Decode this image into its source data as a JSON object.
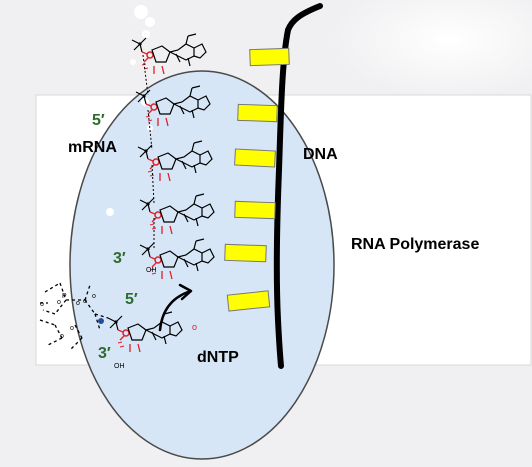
{
  "labels": {
    "five_prime_top": "5′",
    "mrna": "mRNA",
    "dna": "DNA",
    "rna_polymerase": "RNA Polymerase",
    "three_prime_mid": "3′",
    "five_prime_low": "5′",
    "three_prime_low": "3′",
    "dntp": "dNTP"
  },
  "colors": {
    "background": "#f0f0f2",
    "panel": "#ffffff",
    "ellipse_fill": "#d6e6f6",
    "dna_strand": "#000000",
    "base_bar": "#ffff00",
    "strand_label_green": "#2e6b2e",
    "phosphate_red": "#e0202a",
    "text": "#000000"
  },
  "icons": {
    "mrna_backbone": "nucleotide-chain-drawing",
    "incoming_nucleotide": "dntp-molecule-drawing",
    "leaving_group": "pyrophosphate-dashed-drawing",
    "arrow": "curved-arrow"
  }
}
